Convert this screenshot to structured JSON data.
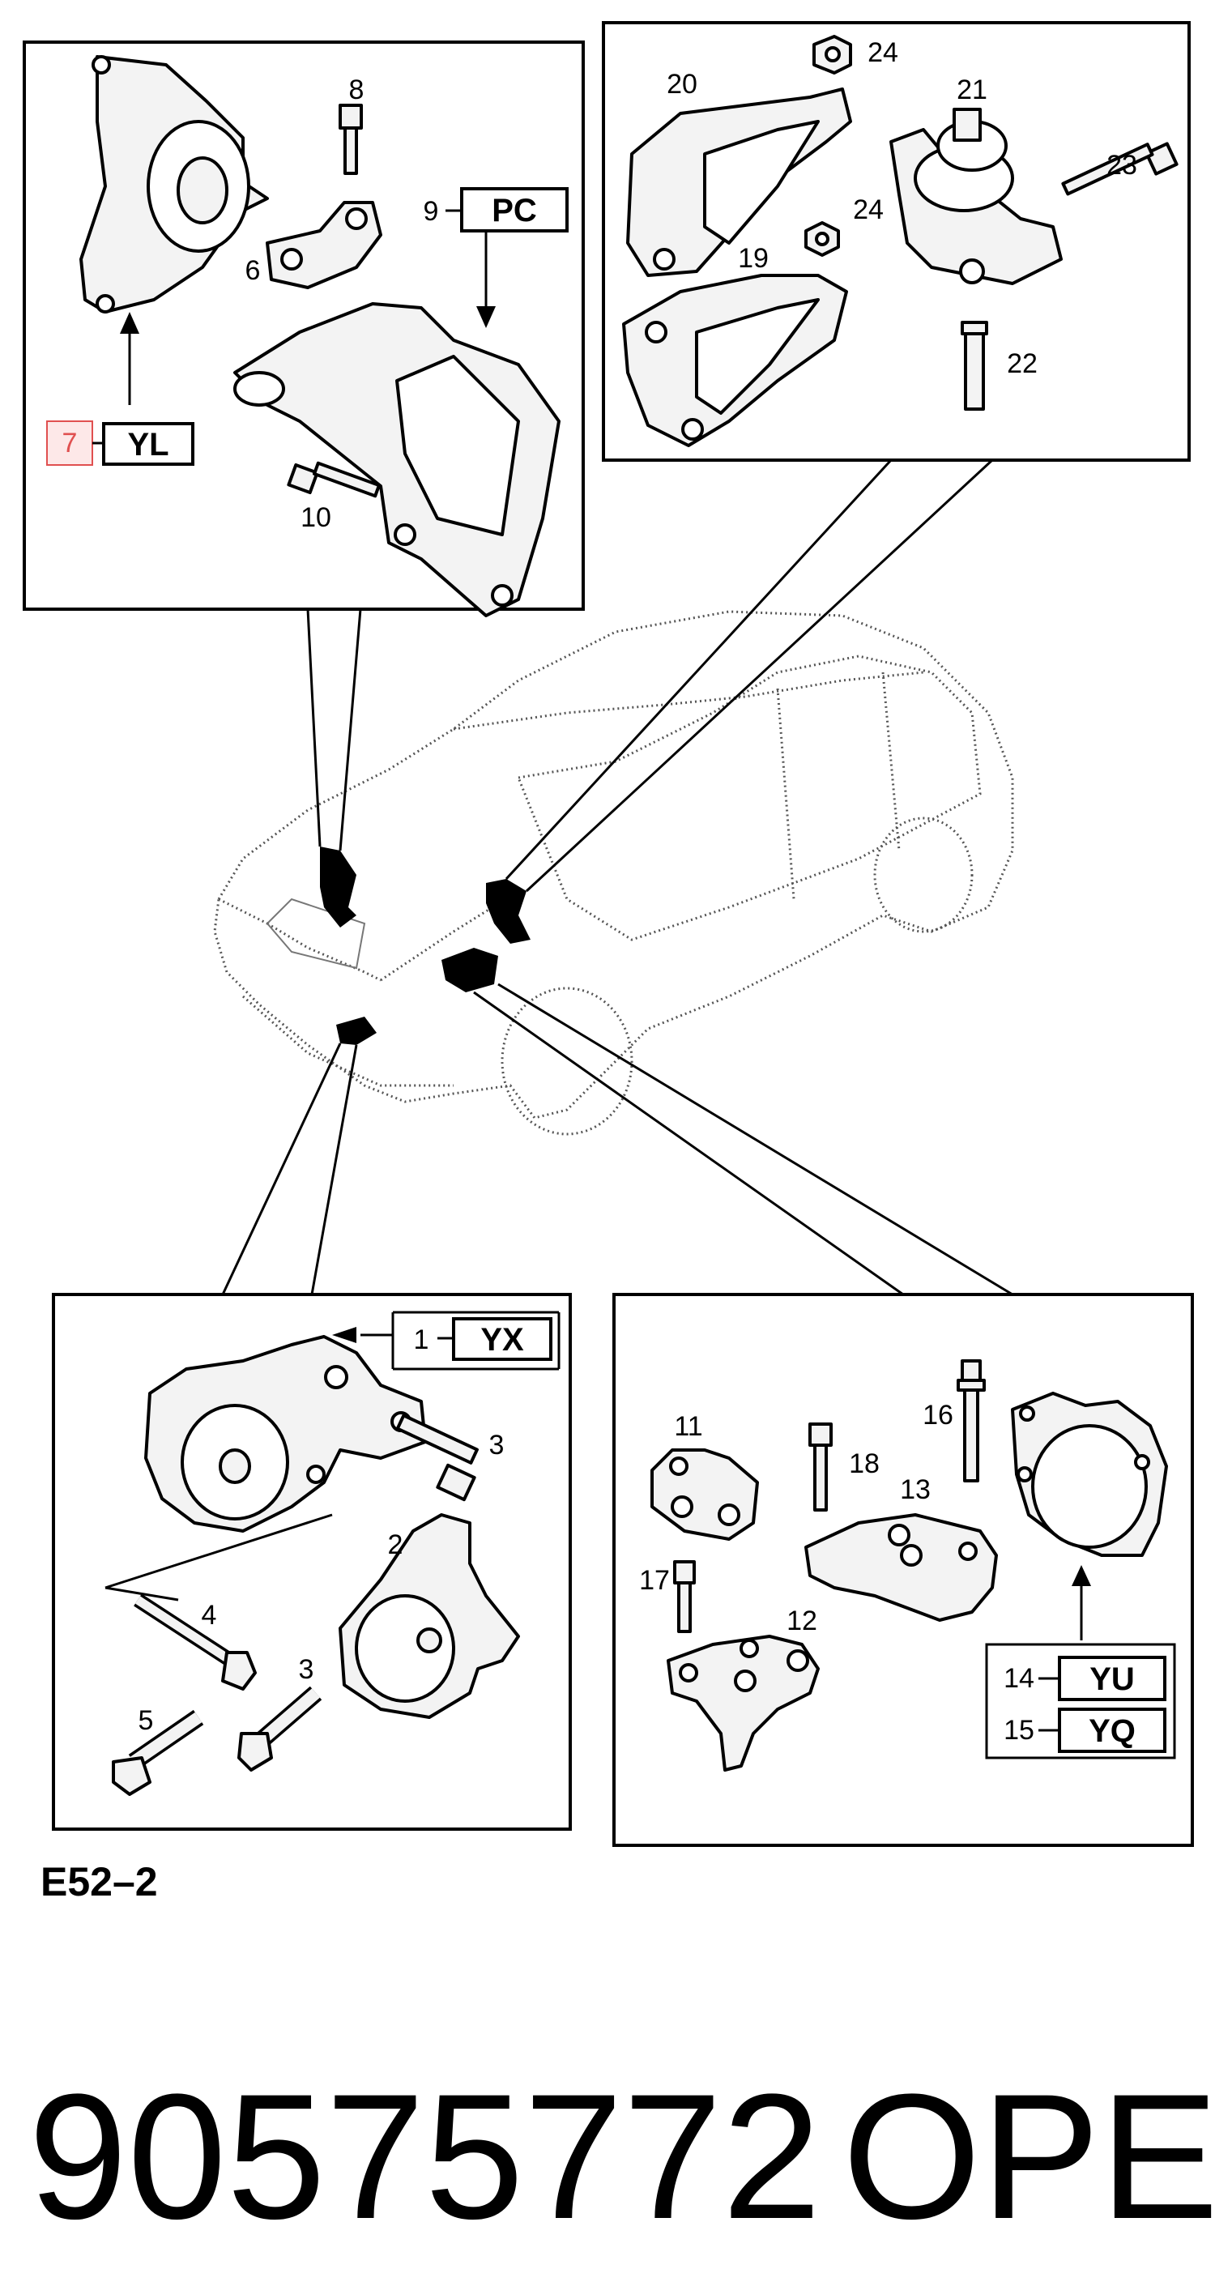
{
  "section_code": "E52–2",
  "part_number": "90575772",
  "brand": "OPEL",
  "callouts": {
    "c1": {
      "num": "1",
      "code": "YX"
    },
    "c7": {
      "num": "7",
      "code": "YL"
    },
    "c9": {
      "num": "9",
      "code": "PC"
    },
    "c14": {
      "num": "14",
      "code": "YU"
    },
    "c15": {
      "num": "15",
      "code": "YQ"
    }
  },
  "labels": {
    "n2": "2",
    "n3a": "3",
    "n3b": "3",
    "n4": "4",
    "n5": "5",
    "n6": "6",
    "n8": "8",
    "n10": "10",
    "n11": "11",
    "n12": "12",
    "n13": "13",
    "n16": "16",
    "n17": "17",
    "n18": "18",
    "n19": "19",
    "n20": "20",
    "n21": "21",
    "n22": "22",
    "n23": "23",
    "n24a": "24",
    "n24b": "24"
  },
  "colors": {
    "highlight_box": "#e05050",
    "highlight_fill": "#fde8e8"
  }
}
